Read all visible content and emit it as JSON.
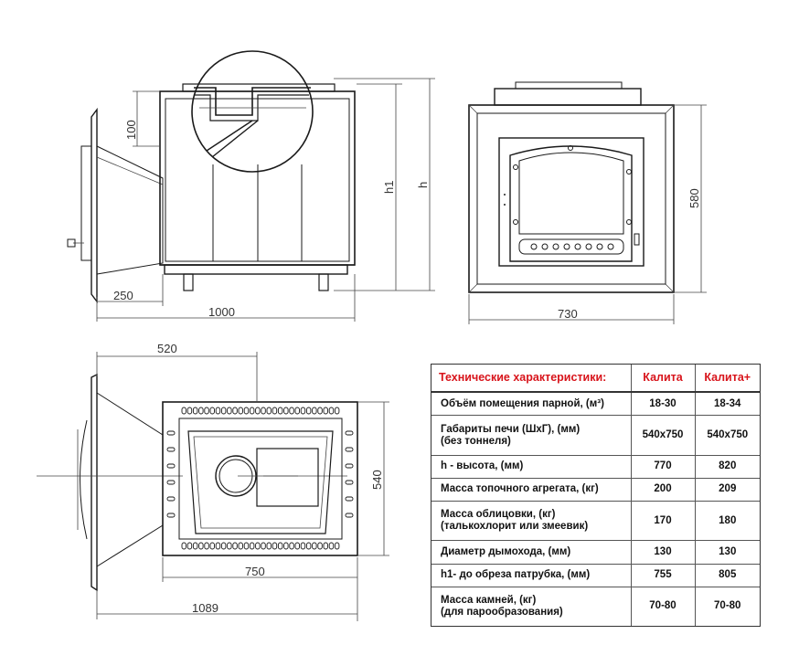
{
  "dimensions": {
    "side_height_100": "100",
    "side_h1": "h1",
    "side_h": "h",
    "side_width_250": "250",
    "side_width_1000": "1000",
    "front_width_730": "730",
    "front_height_580": "580",
    "top_width_520": "520",
    "top_width_750": "750",
    "top_width_1089": "1089",
    "top_depth_540": "540"
  },
  "spec_table": {
    "header": {
      "title": "Технические характеристики:",
      "col1": "Калита",
      "col2": "Калита+"
    },
    "rows": [
      {
        "label": "Объём помещения парной, (м³)",
        "sub": "",
        "v1": "18-30",
        "v2": "18-34"
      },
      {
        "label": "Габариты печи (ШхГ), (мм)",
        "sub": "(без тоннеля)",
        "v1": "540x750",
        "v2": "540x750"
      },
      {
        "label": "h - высота, (мм)",
        "sub": "",
        "v1": "770",
        "v2": "820"
      },
      {
        "label": "Масса топочного агрегата, (кг)",
        "sub": "",
        "v1": "200",
        "v2": "209"
      },
      {
        "label": "Масса облицовки, (кг)",
        "sub": "(талькохлорит или змеевик)",
        "v1": "170",
        "v2": "180"
      },
      {
        "label": "Диаметр дымохода, (мм)",
        "sub": "",
        "v1": "130",
        "v2": "130"
      },
      {
        "label": "h1- до обреза патрубка, (мм)",
        "sub": "",
        "v1": "755",
        "v2": "805"
      },
      {
        "label": "Масса камней, (кг)",
        "sub": "(для парообразования)",
        "v1": "70-80",
        "v2": "70-80"
      }
    ]
  },
  "colors": {
    "header_text": "#d8141b",
    "line": "#1a1a1a"
  }
}
